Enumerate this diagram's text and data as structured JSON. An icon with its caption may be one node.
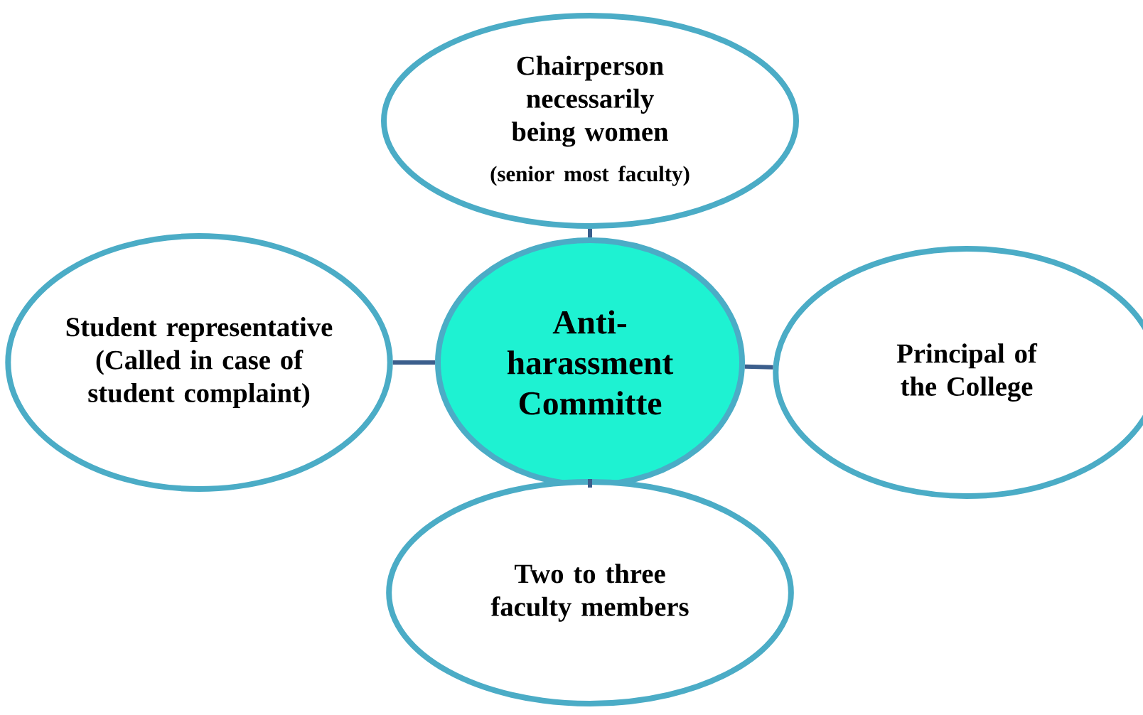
{
  "diagram": {
    "nodes": [
      {
        "text": [
          "Chairperson necessarily being women",
          "(senior most faculty)"
        ]
      },
      {
        "text": [
          "Student representative (Called in case of student complaint)"
        ]
      },
      {
        "text": [
          "Anti-harassment Committe"
        ]
      },
      {
        "text": [
          "Principal of the College"
        ]
      },
      {
        "text": [
          "Two to three faculty members"
        ]
      }
    ],
    "edges": [
      {
        "from": 2,
        "to": 0,
        "arrow": "none"
      },
      {
        "from": 2,
        "to": 1,
        "arrow": "none"
      },
      {
        "from": 2,
        "to": 3,
        "arrow": "none"
      },
      {
        "from": 2,
        "to": 4,
        "arrow": "none"
      }
    ]
  }
}
